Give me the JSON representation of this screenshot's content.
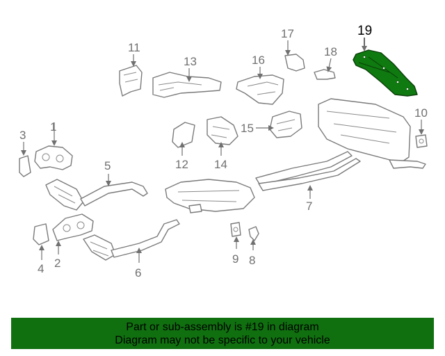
{
  "diagram": {
    "highlight_color": "#0f7a0f",
    "callouts": [
      "1",
      "2",
      "3",
      "4",
      "5",
      "6",
      "7",
      "8",
      "9",
      "10",
      "11",
      "12",
      "13",
      "14",
      "15",
      "16",
      "17",
      "18",
      "19"
    ],
    "highlighted": "19"
  },
  "banner": {
    "color": "#107010",
    "line1": "Part or sub-assembly is #19 in diagram",
    "line2": "Diagram may not be specific to your vehicle"
  }
}
